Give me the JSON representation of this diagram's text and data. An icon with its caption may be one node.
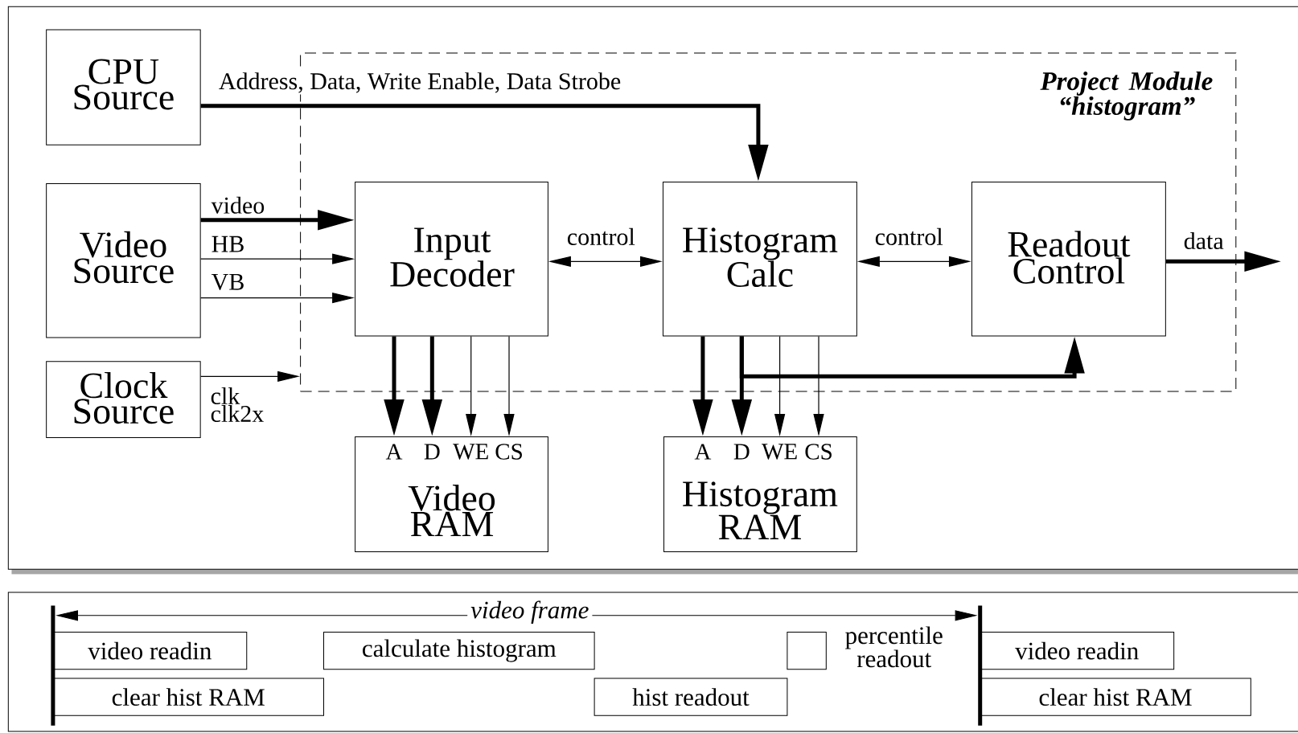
{
  "diagram": {
    "nodes": [
      {
        "text": [
          "CPU Source"
        ]
      },
      {
        "text": [
          "Video Source"
        ]
      },
      {
        "text": [
          "Clock Source"
        ]
      },
      {
        "text": [
          "Project Module “histogram”"
        ]
      },
      {
        "text": [
          "Input Decoder"
        ],
        "in": 3
      },
      {
        "text": [
          "Histogram Calc"
        ],
        "in": 3
      },
      {
        "text": [
          "Readout Control"
        ],
        "in": 3
      },
      {
        "text": [
          "A",
          "D",
          "WE",
          "CS",
          "Video RAM"
        ]
      },
      {
        "text": [
          "A",
          "D",
          "WE",
          "CS",
          "Histogram RAM"
        ]
      },
      {
        "text": [
          "video readin"
        ]
      },
      {
        "text": [
          "clear hist RAM"
        ]
      },
      {
        "text": [
          "calculate histogram"
        ]
      },
      {
        "text": [
          "hist readout"
        ]
      },
      {
        "text": [],
        "shape": "box",
        "beside": [
          "percentile readout"
        ]
      },
      {
        "text": [
          "video readin"
        ]
      },
      {
        "text": [
          "clear hist RAM"
        ]
      }
    ],
    "edges": [
      {
        "from": 0,
        "to": 5,
        "arrow": "to",
        "style": "thick",
        "label": "Address, Data, Write Enable, Data Strobe"
      },
      {
        "from": 1,
        "to": 4,
        "arrow": "to",
        "style": "thick",
        "label": "video"
      },
      {
        "from": 1,
        "to": 4,
        "arrow": "to",
        "label": "HB"
      },
      {
        "from": 1,
        "to": 4,
        "arrow": "to",
        "label": "VB"
      },
      {
        "from": 2,
        "to": 3,
        "arrow": "to",
        "label": "clk clk2x"
      },
      {
        "from": 4,
        "to": 5,
        "arrow": "both",
        "label": "control"
      },
      {
        "from": 5,
        "to": 6,
        "arrow": "both",
        "label": "control"
      },
      {
        "from": 6,
        "to": null,
        "arrow": "to",
        "style": "thick",
        "label": "data"
      },
      {
        "from": 4,
        "to": 7,
        "arrow": "to",
        "style": "thick"
      },
      {
        "from": 4,
        "to": 7,
        "arrow": "to",
        "style": "thick"
      },
      {
        "from": 4,
        "to": 7,
        "arrow": "to"
      },
      {
        "from": 4,
        "to": 7,
        "arrow": "to"
      },
      {
        "from": 5,
        "to": 8,
        "arrow": "to",
        "style": "thick"
      },
      {
        "from": 5,
        "to": 8,
        "arrow": "to",
        "style": "thick"
      },
      {
        "from": 5,
        "to": 8,
        "arrow": "to"
      },
      {
        "from": 5,
        "to": 8,
        "arrow": "to"
      },
      {
        "from": 5,
        "to": 6,
        "arrow": "to",
        "style": "thick"
      }
    ],
    "labels": [
      "*video frame*"
    ]
  }
}
